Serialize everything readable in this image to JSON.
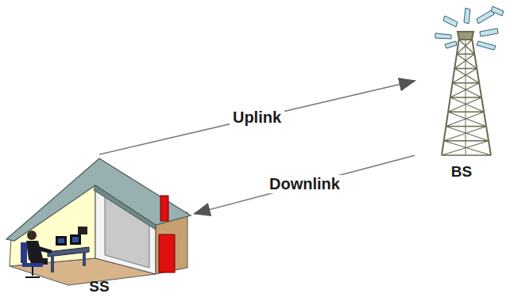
{
  "diagram": {
    "nodes": [
      {
        "text": [
          "SS"
        ]
      },
      {
        "text": [
          "BS"
        ]
      }
    ],
    "edges": [
      {
        "from": 0,
        "to": 1,
        "arrow": "to",
        "label": "Uplink"
      },
      {
        "from": 1,
        "to": 0,
        "arrow": "to",
        "label": "Downlink"
      }
    ]
  }
}
